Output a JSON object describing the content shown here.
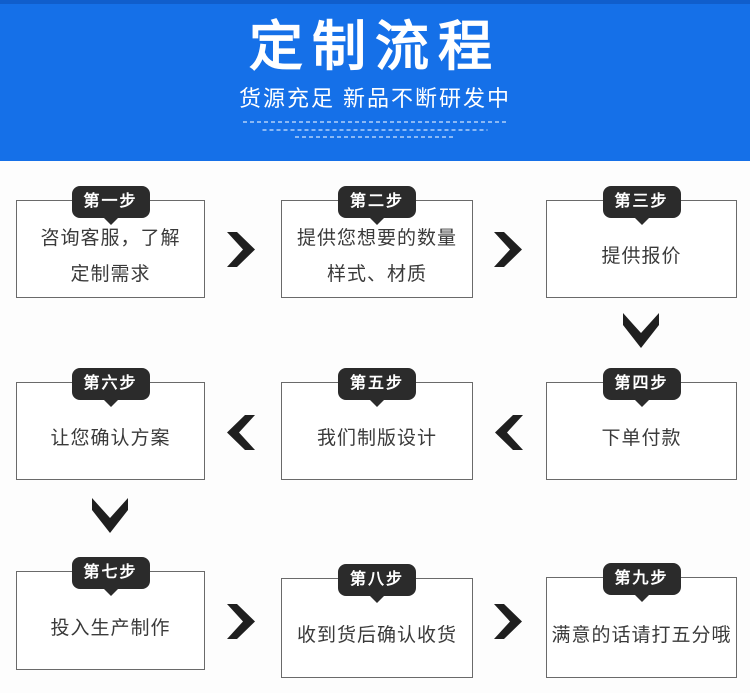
{
  "header": {
    "title": "定制流程",
    "subtitle": "货源充足 新品不断研发中"
  },
  "steps": [
    {
      "badge": "第一步",
      "text": "咨询客服，了解\n定制需求"
    },
    {
      "badge": "第二步",
      "text": "提供您想要的数量\n样式、材质"
    },
    {
      "badge": "第三步",
      "text": "提供报价"
    },
    {
      "badge": "第四步",
      "text": "下单付款"
    },
    {
      "badge": "第五步",
      "text": "我们制版设计"
    },
    {
      "badge": "第六步",
      "text": "让您确认方案"
    },
    {
      "badge": "第七步",
      "text": "投入生产制作"
    },
    {
      "badge": "第八步",
      "text": "收到货后确认收货"
    },
    {
      "badge": "第九步",
      "text": "满意的话请打五分哦"
    }
  ],
  "icons": {
    "chevron_right": "solid right-pointing chevron arrow",
    "chevron_left": "solid left-pointing chevron arrow",
    "chevron_down": "solid down-pointing chevron arrow"
  },
  "colors": {
    "header_bg": "#1570e8",
    "badge_bg": "#2b2b2b",
    "arrow": "#1f1f1f",
    "box_border": "#6a6a6a",
    "box_text": "#3a3a3a",
    "header_text": "#ffffff"
  }
}
